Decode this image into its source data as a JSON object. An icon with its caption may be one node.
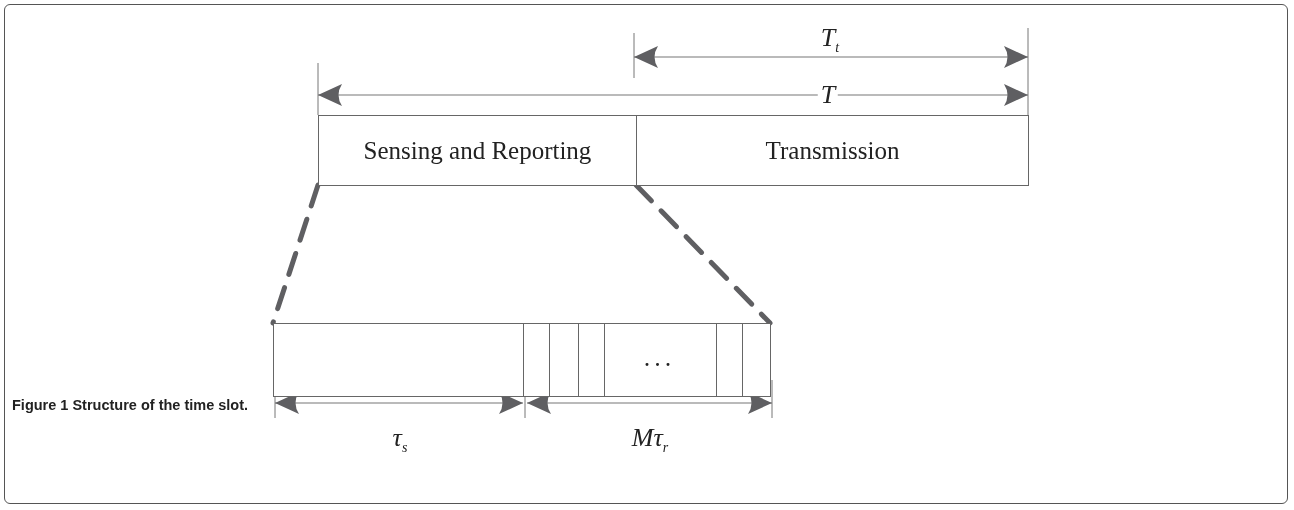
{
  "diagram": {
    "caption": "Figure 1 Structure of the time slot.",
    "nodes": [
      {
        "text": [
          "Sensing and Reporting"
        ]
      },
      {
        "text": [
          "Transmission"
        ]
      },
      {
        "text": [],
        "shape": "box"
      },
      {
        "text": [],
        "shape": "box"
      },
      {
        "text": [],
        "shape": "box"
      },
      {
        "text": [],
        "shape": "box"
      },
      {
        "text": [
          "..."
        ]
      },
      {
        "text": [],
        "shape": "box"
      },
      {
        "text": [],
        "shape": "box"
      }
    ],
    "edges": [
      {
        "from": 0,
        "to": 2,
        "arrow": "none",
        "style": "dashed"
      },
      {
        "from": 0,
        "to": 8,
        "arrow": "none",
        "style": "dashed"
      }
    ],
    "labels": [
      "T$_{t}$",
      "T",
      "τ$_{s}$",
      "Mτ$_{r}$"
    ]
  }
}
